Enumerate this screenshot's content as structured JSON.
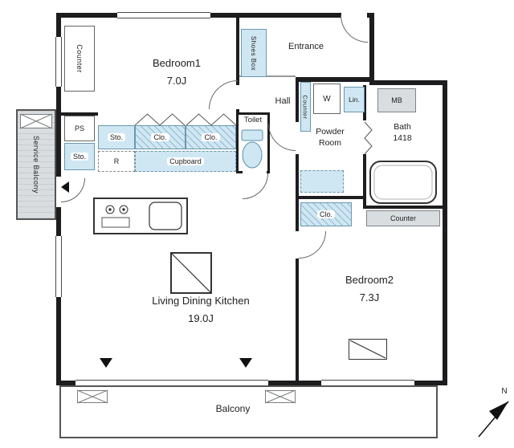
{
  "plan": {
    "rooms": {
      "bedroom1_name": "Bedroom1",
      "bedroom1_size": "7.0J",
      "bedroom2_name": "Bedroom2",
      "bedroom2_size": "7.3J",
      "ldk_name": "Living Dining Kitchen",
      "ldk_size": "19.0J",
      "entrance": "Entrance",
      "hall": "Hall",
      "toilet": "Toilet",
      "powder_line1": "Powder",
      "powder_line2": "Room",
      "bath_name": "Bath",
      "bath_size": "1418",
      "balcony": "Balcony",
      "service_balcony": "Service Balcony"
    },
    "fixtures": {
      "counter_top_left": "Counter",
      "shoes_box": "Shoes Box",
      "powder_counter": "Counter",
      "washer": "W",
      "linen": "Lin.",
      "meter_box": "MB",
      "pipe_space": "PS",
      "storage_left": "Sto.",
      "storage_kitchen": "Sto.",
      "closet_kitchen_left": "Clo.",
      "closet_kitchen_right": "Clo.",
      "refrigerator": "R",
      "cupboard": "Cupboard",
      "closet_bedroom2": "Clo.",
      "counter_bedroom2": "Counter"
    },
    "compass_north": "N",
    "colors": {
      "wall": "#1d1d1f",
      "closet_fill": "#cfe7f3",
      "gray_fill": "#d9dde0"
    }
  }
}
